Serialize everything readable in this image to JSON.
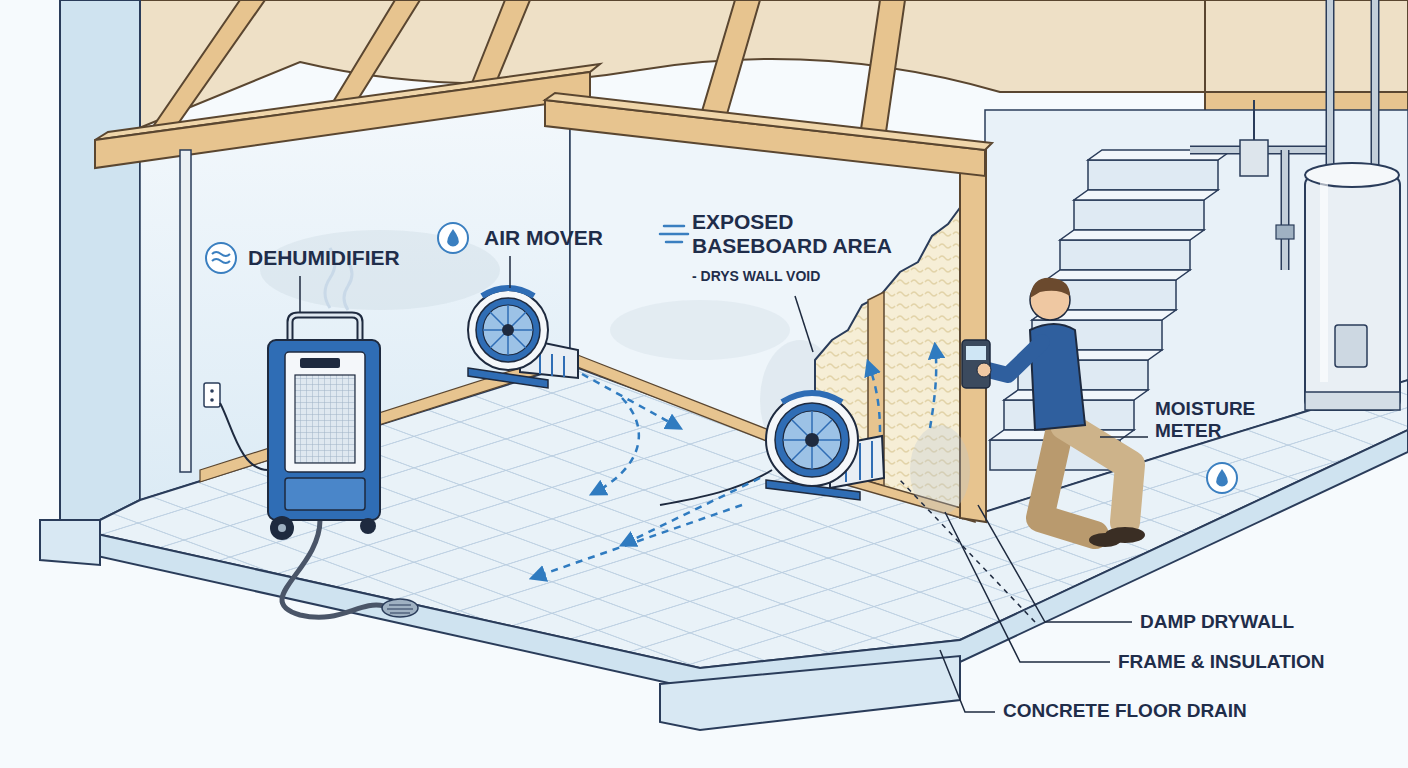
{
  "diagram": {
    "labels": [
      "DEHUMIDIFIER",
      "AIR MOVER",
      "EXPOSED BASEBOARD AREA",
      "- DRYS WALL VOID",
      "MOISTURE METER",
      "DAMP DRYWALL",
      "FRAME & INSULATION",
      "CONCRETE FLOOR DRAIN"
    ]
  }
}
